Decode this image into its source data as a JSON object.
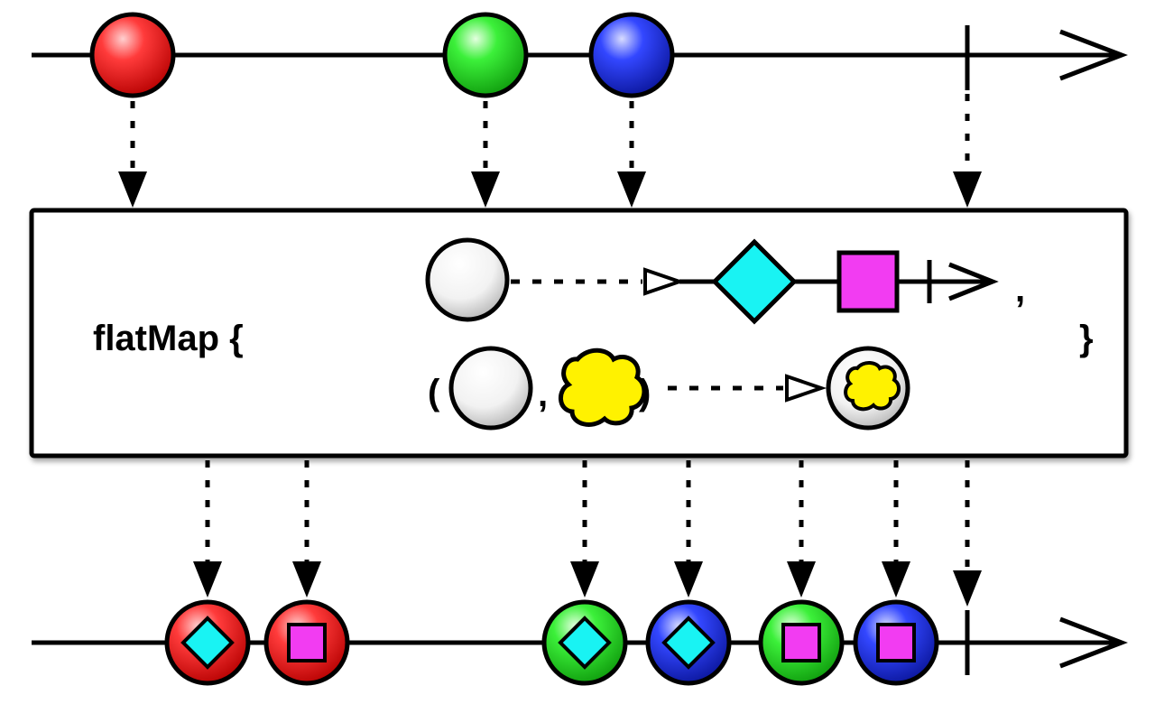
{
  "operator": {
    "name": "flatMap",
    "open_brace": "{",
    "close_brace": "}",
    "separator": ",",
    "tuple_open": "(",
    "tuple_comma": ",",
    "tuple_close": ")"
  },
  "colors": {
    "red": "#e8161b",
    "green": "#1fe11a",
    "blue": "#1a2be0",
    "cyan": "#19f3f3",
    "magenta": "#f23cf2",
    "yellow": "#fff200",
    "white": "#f5f5f5",
    "stroke": "#000000"
  },
  "source_items": [
    {
      "color": "red"
    },
    {
      "color": "green"
    },
    {
      "color": "blue"
    }
  ],
  "output_items": [
    {
      "color": "red",
      "shape": "diamond"
    },
    {
      "color": "red",
      "shape": "square"
    },
    {
      "color": "green",
      "shape": "diamond"
    },
    {
      "color": "blue",
      "shape": "diamond"
    },
    {
      "color": "green",
      "shape": "square"
    },
    {
      "color": "blue",
      "shape": "square"
    }
  ]
}
